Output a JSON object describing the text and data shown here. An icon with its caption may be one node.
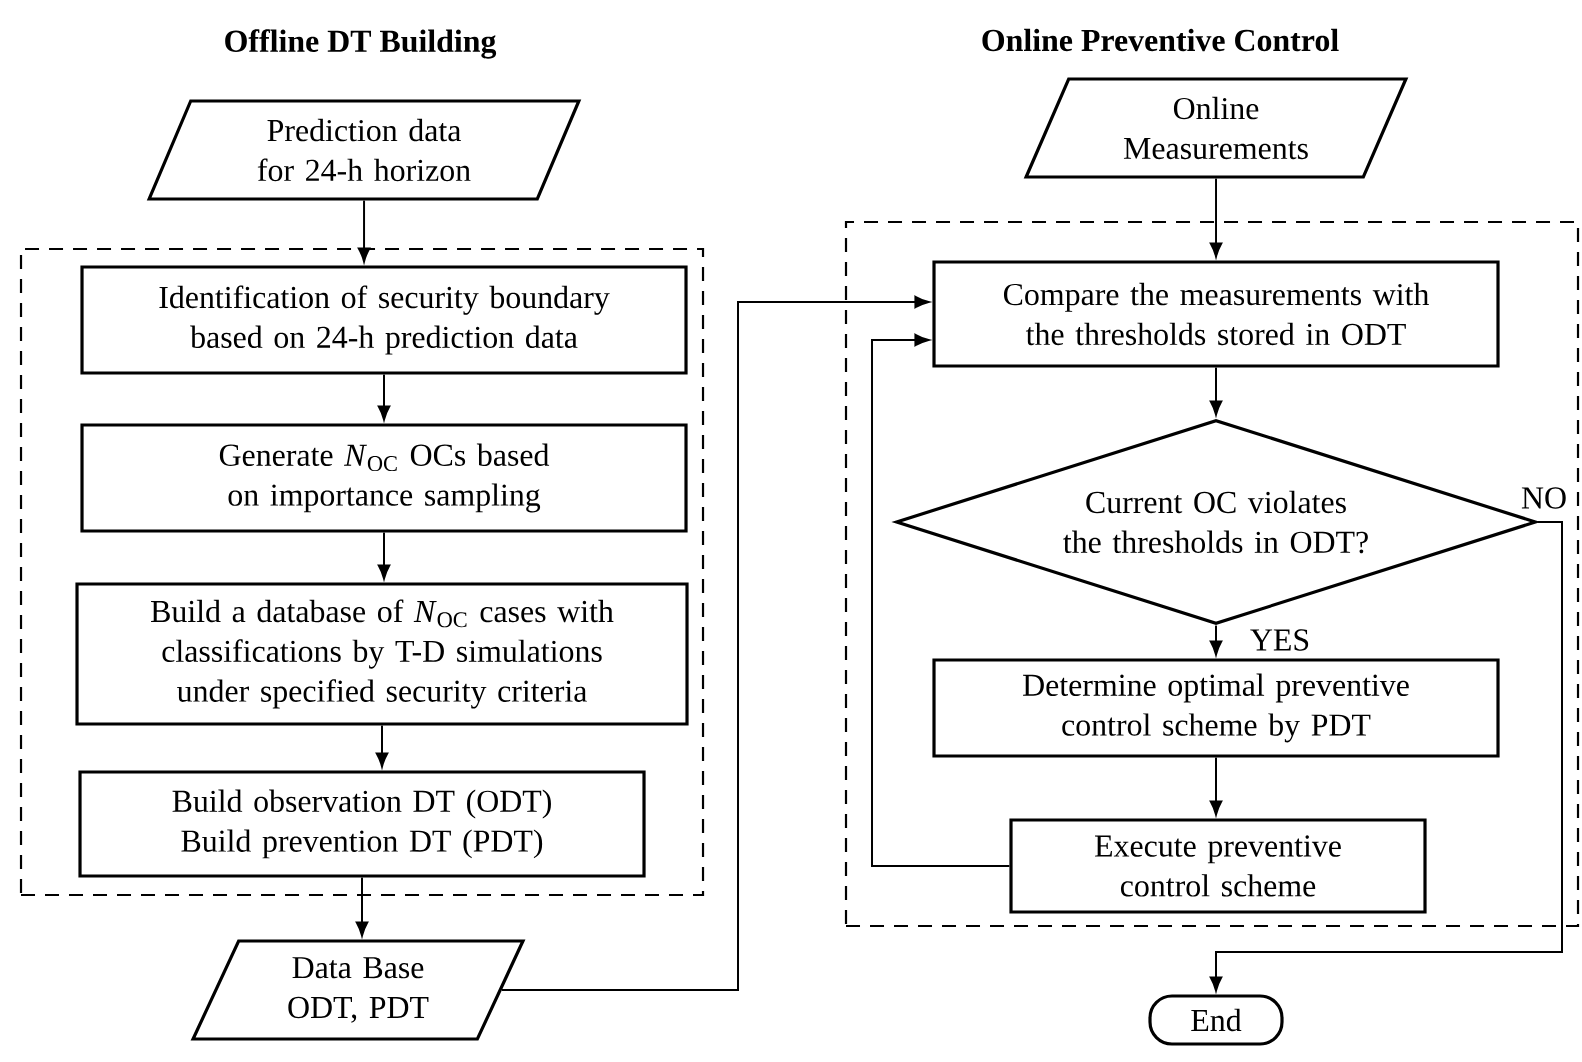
{
  "diagram": {
    "nodes": [
      {
        "text": [
          "Prediction data for 24-h horizon"
        ]
      },
      {
        "text": [],
        "shape": "box"
      },
      {
        "text": [
          "Identification of security boundary based on 24-h prediction data"
        ],
        "in": 1
      },
      {
        "text": [
          "Generate *N*$_{OC}$ OCs based on importance sampling"
        ],
        "in": 1
      },
      {
        "text": [
          "Build a database of *N*$_{OC}$ cases with classifications by T-D simulations under specified security criteria"
        ],
        "in": 1
      },
      {
        "text": [
          "Build observation DT (ODT) Build prevention DT (PDT)"
        ],
        "in": 1
      },
      {
        "text": [
          "Data Base ODT, PDT"
        ]
      },
      {
        "text": [
          "Online Measurements"
        ]
      },
      {
        "text": [],
        "shape": "box"
      },
      {
        "text": [
          "Compare the measurements with the thresholds stored in ODT"
        ],
        "in": 8
      },
      {
        "text": [
          "Current OC violates the thresholds in ODT?"
        ],
        "in": 8
      },
      {
        "text": [
          "Determine optimal preventive control scheme by PDT"
        ],
        "in": 8
      },
      {
        "text": [
          "Execute preventive control scheme"
        ],
        "in": 8
      },
      {
        "text": [
          "End"
        ]
      }
    ],
    "edges": [
      {
        "from": 0,
        "to": 2,
        "arrow": "to"
      },
      {
        "from": 2,
        "to": 3,
        "arrow": "to"
      },
      {
        "from": 3,
        "to": 4,
        "arrow": "to"
      },
      {
        "from": 4,
        "to": 5,
        "arrow": "to"
      },
      {
        "from": 5,
        "to": 6,
        "arrow": "to"
      },
      {
        "from": 6,
        "to": 9,
        "arrow": "to"
      },
      {
        "from": 7,
        "to": 9,
        "arrow": "to"
      },
      {
        "from": 9,
        "to": 10,
        "arrow": "to"
      },
      {
        "from": 10,
        "to": 11,
        "arrow": "to",
        "label": "YES"
      },
      {
        "from": 11,
        "to": 12,
        "arrow": "to"
      },
      {
        "from": 12,
        "to": 9,
        "arrow": "to"
      },
      {
        "from": 10,
        "to": 13,
        "arrow": "to",
        "label": "NO"
      }
    ],
    "labels": [
      "Offline DT Building",
      "Online Preventive Control"
    ]
  }
}
